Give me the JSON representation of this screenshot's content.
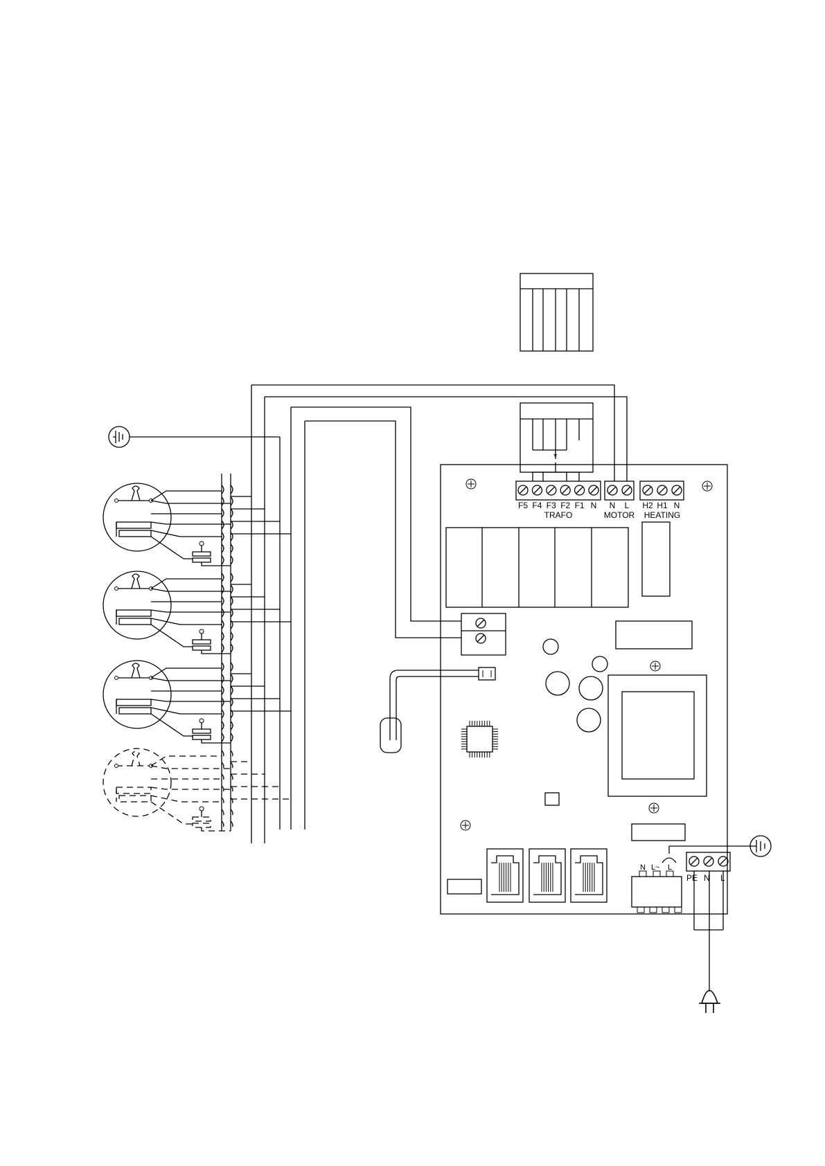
{
  "diagram": {
    "trafo_terminals": [
      "F5",
      "F4",
      "F3",
      "F2",
      "F1",
      "N"
    ],
    "trafo_title": "TRAFO",
    "motor_terminals": [
      "N",
      "L"
    ],
    "motor_title": "MOTOR",
    "heating_terminals": [
      "H2",
      "H1",
      "N"
    ],
    "heating_title": "HEATING",
    "trafo_marker": "*",
    "power_input_terminals": [
      "PE",
      "N",
      "L"
    ],
    "relay_pins": [
      "N",
      "L~",
      "L"
    ]
  }
}
